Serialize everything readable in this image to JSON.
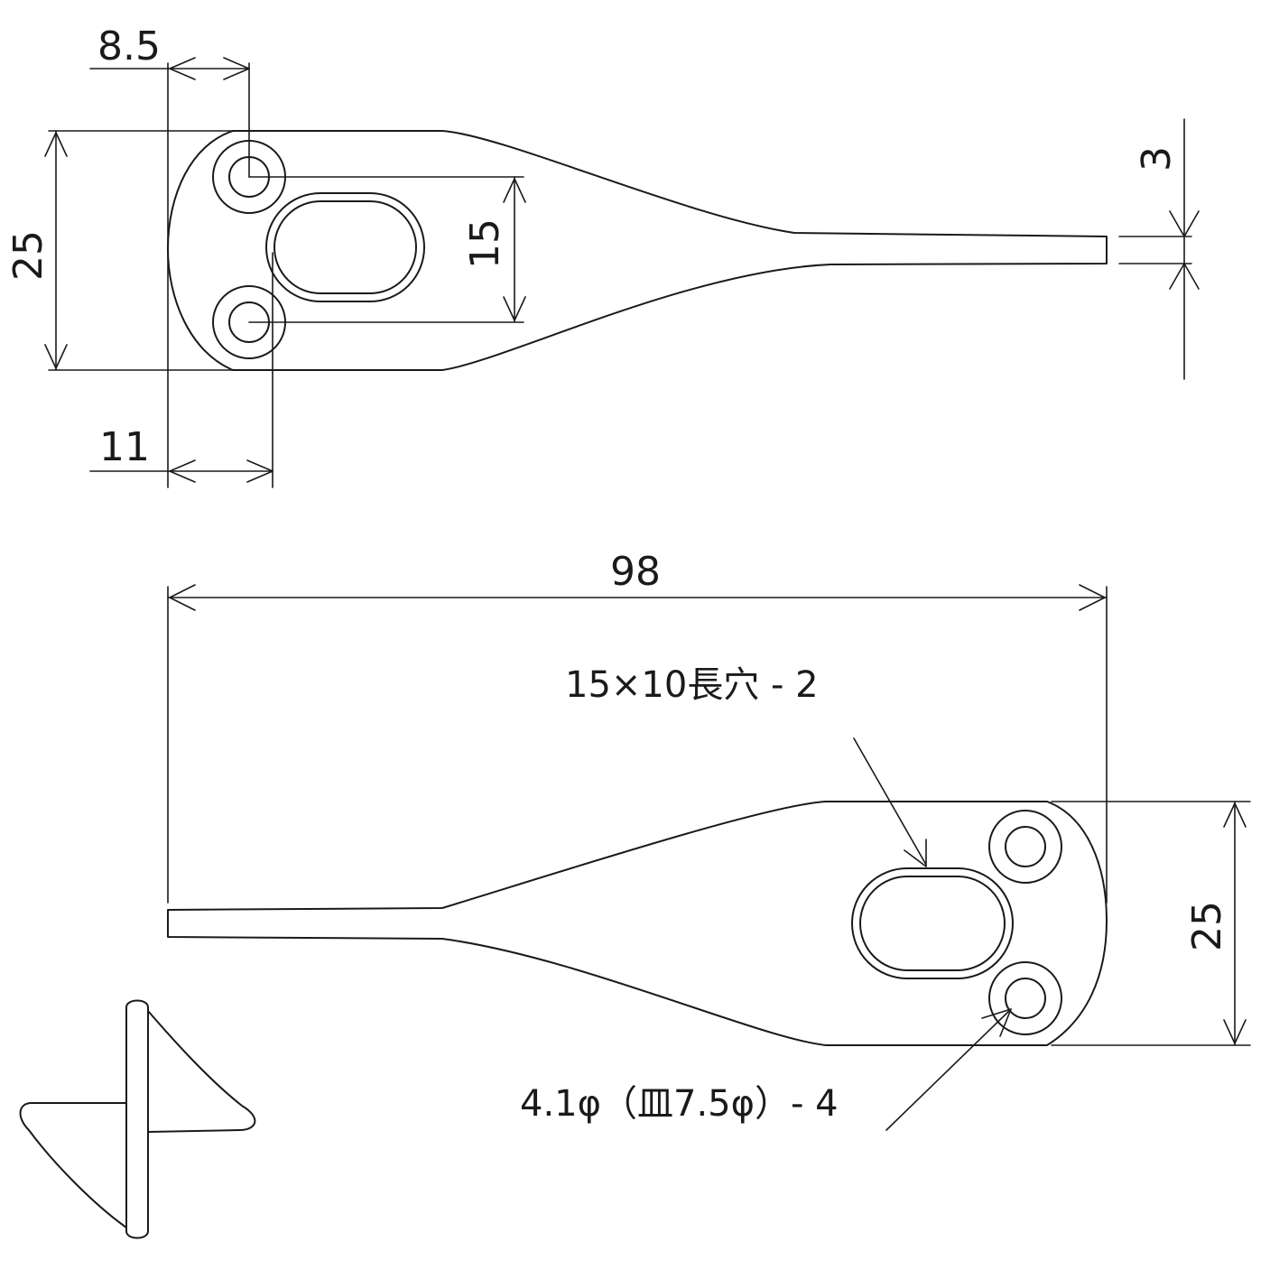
{
  "top_view": {
    "dim_hole_offset": "8.5",
    "dim_width": "25",
    "dim_slot_offset": "11",
    "dim_hole_spacing": "15",
    "dim_tip_thickness": "3"
  },
  "bottom_view": {
    "dim_length": "98",
    "dim_width": "25",
    "note_slot": "15×10長穴 - 2",
    "note_holes": "4.1φ（皿7.5φ）- 4"
  }
}
